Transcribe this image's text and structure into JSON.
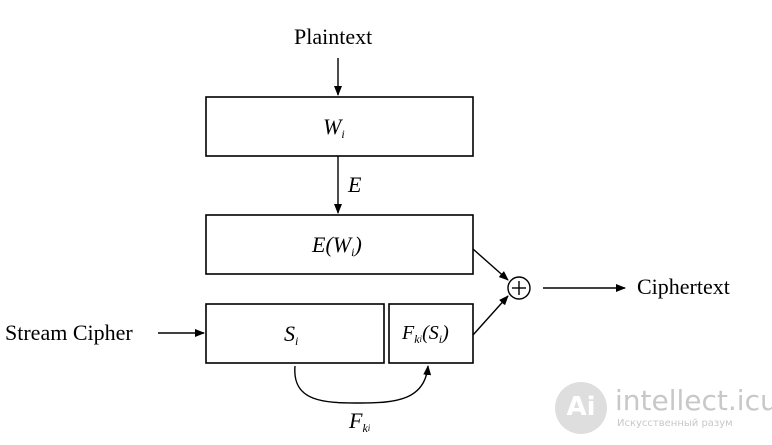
{
  "diagram": {
    "input_label": "Plaintext",
    "output_label": "Ciphertext",
    "side_input_label": "Stream Cipher",
    "box_wi": {
      "base": "W",
      "sub": "i"
    },
    "edge_e": "E",
    "box_ewi": {
      "prefix": "E(",
      "base": "W",
      "sub": "i",
      "suffix": ")"
    },
    "box_si": {
      "base": "S",
      "sub": "i"
    },
    "box_fksi": {
      "base": "F",
      "sub": "k",
      "subsub": "i",
      "arg_open": "(",
      "arg_base": "S",
      "arg_sub": "i",
      "arg_close": ")"
    },
    "xor_symbol": "+",
    "edge_fk": {
      "base": "F",
      "sub": "k",
      "subsub": "i"
    }
  },
  "watermark": {
    "logo_text": "Ai",
    "site": "intellect.icu",
    "tagline": "Искусственный разум"
  }
}
